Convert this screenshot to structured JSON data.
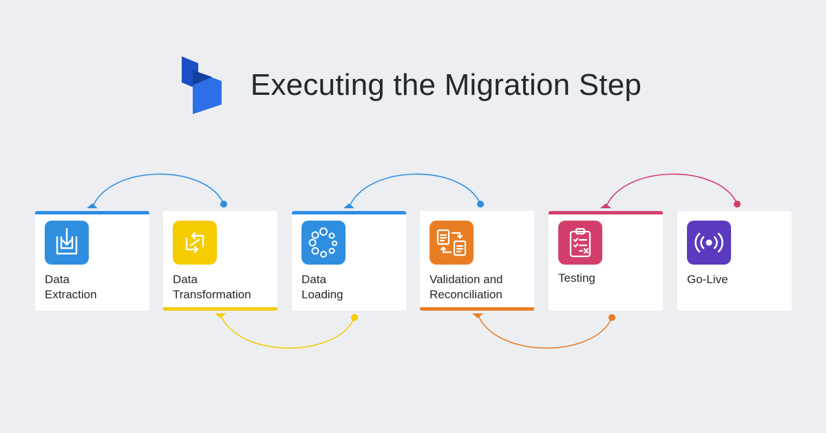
{
  "header": {
    "title": "Executing the Migration Step"
  },
  "colors": {
    "background": "#eceef2",
    "logo": "#1f5fd6"
  },
  "steps": [
    {
      "label": "Data\nExtraction",
      "icon": "download-tray-icon",
      "color": "#2f8ee0"
    },
    {
      "label": "Data\nTransformation",
      "icon": "transform-arrows-icon",
      "color": "#f5cc00"
    },
    {
      "label": "Data\nLoading",
      "icon": "loading-spinner-icon",
      "color": "#2f8ee0"
    },
    {
      "label": "Validation and\nReconciliation",
      "icon": "document-exchange-icon",
      "color": "#e87e24"
    },
    {
      "label": "Testing",
      "icon": "clipboard-checklist-icon",
      "color": "#d23f6b"
    },
    {
      "label": "Go-Live",
      "icon": "broadcast-icon",
      "color": "#5a3bc0"
    }
  ]
}
